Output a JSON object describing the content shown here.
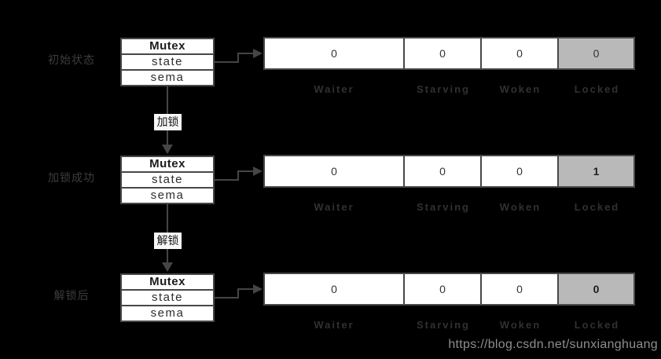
{
  "mutex_box": {
    "title": "Mutex",
    "fields": [
      "state",
      "sema"
    ]
  },
  "columns": [
    "Waiter",
    "Starving",
    "Woken",
    "Locked"
  ],
  "rows": [
    {
      "label": "初始状态",
      "values": [
        "0",
        "0",
        "0",
        "0"
      ]
    },
    {
      "label": "加锁成功",
      "values": [
        "0",
        "0",
        "0",
        "1"
      ]
    },
    {
      "label": "解锁后",
      "values": [
        "0",
        "0",
        "0",
        "0"
      ]
    }
  ],
  "transitions": [
    {
      "label": "加锁"
    },
    {
      "label": "解锁"
    }
  ],
  "watermark": "https://blog.csdn.net/sunxianghuang",
  "colors": {
    "background": "#000000",
    "box_fill": "#ffffff",
    "border": "#474747",
    "locked_fill": "#b9b9b9",
    "row_label": "#3d3d3d",
    "column_label": "#2e3134",
    "arrow": "#454545",
    "watermark": "#8e8e8e"
  }
}
